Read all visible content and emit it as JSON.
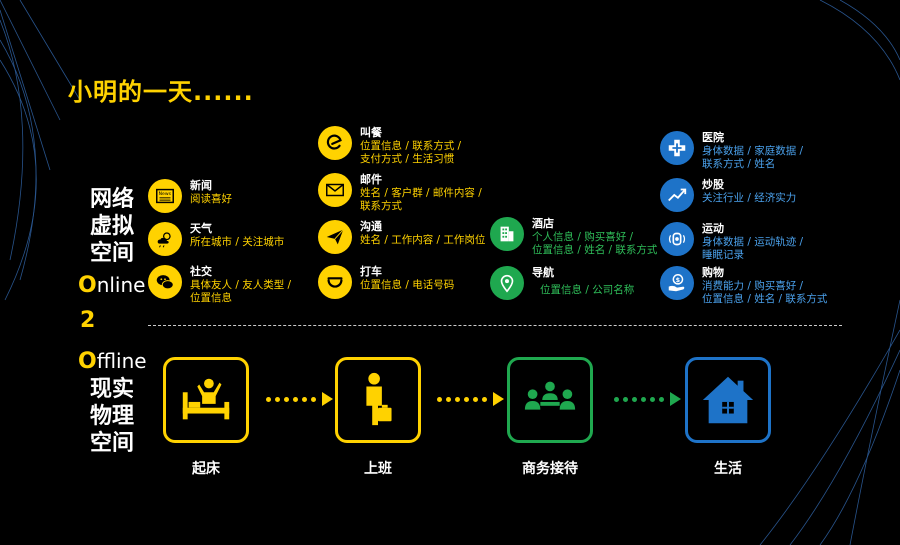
{
  "title": "小明的一天......",
  "online_space_label": [
    "网络",
    "虚拟",
    "空间"
  ],
  "offline_space_label": [
    "现实",
    "物理",
    "空间"
  ],
  "o2o": {
    "online_first": "O",
    "online_rest": "nline",
    "two": "2",
    "offline_first": "O",
    "offline_rest": "ffline"
  },
  "online_items": [
    {
      "title": "新闻",
      "desc": [
        "阅读喜好"
      ],
      "icon": "news-icon",
      "color": "yellow"
    },
    {
      "title": "天气",
      "desc": [
        "所在城市 / 关注城市"
      ],
      "icon": "weather-icon",
      "color": "yellow"
    },
    {
      "title": "社交",
      "desc": [
        "具体友人 / 友人类型 /",
        "位置信息"
      ],
      "icon": "chat-icon",
      "color": "yellow"
    },
    {
      "title": "叫餐",
      "desc": [
        "位置信息 / 联系方式 /",
        "支付方式 / 生活习惯"
      ],
      "icon": "food-icon",
      "color": "yellow"
    },
    {
      "title": "邮件",
      "desc": [
        "姓名 / 客户群 / 邮件内容 /",
        "联系方式"
      ],
      "icon": "mail-icon",
      "color": "yellow"
    },
    {
      "title": "沟通",
      "desc": [
        "姓名 / 工作内容 / 工作岗位"
      ],
      "icon": "communication-icon",
      "color": "yellow"
    },
    {
      "title": "打车",
      "desc": [
        "位置信息 / 电话号码"
      ],
      "icon": "taxi-icon",
      "color": "yellow"
    },
    {
      "title": "酒店",
      "desc": [
        "个人信息 / 购买喜好 /",
        "位置信息 / 姓名 / 联系方式"
      ],
      "icon": "hotel-icon",
      "color": "green"
    },
    {
      "title": "导航",
      "desc": [
        "位置信息 / 公司名称"
      ],
      "icon": "map-pin-icon",
      "color": "green"
    },
    {
      "title": "医院",
      "desc": [
        "身体数据 / 家庭数据 /",
        "联系方式 / 姓名"
      ],
      "icon": "hospital-icon",
      "color": "blue"
    },
    {
      "title": "炒股",
      "desc": [
        "关注行业 / 经济实力"
      ],
      "icon": "stock-icon",
      "color": "blue"
    },
    {
      "title": "运动",
      "desc": [
        "身体数据 / 运动轨迹 /",
        "睡眠记录"
      ],
      "icon": "sports-icon",
      "color": "blue"
    },
    {
      "title": "购物",
      "desc": [
        "消费能力 / 购买喜好 /",
        "位置信息 / 姓名 / 联系方式"
      ],
      "icon": "shopping-icon",
      "color": "blue"
    }
  ],
  "offline_steps": [
    {
      "label": "起床",
      "icon": "wake-up-icon",
      "color": "#ffd200"
    },
    {
      "label": "上班",
      "icon": "commute-icon",
      "color": "#ffd200"
    },
    {
      "label": "商务接待",
      "icon": "meeting-icon",
      "color": "#1fa84f"
    },
    {
      "label": "生活",
      "icon": "home-icon",
      "color": "#1e73c8"
    }
  ]
}
